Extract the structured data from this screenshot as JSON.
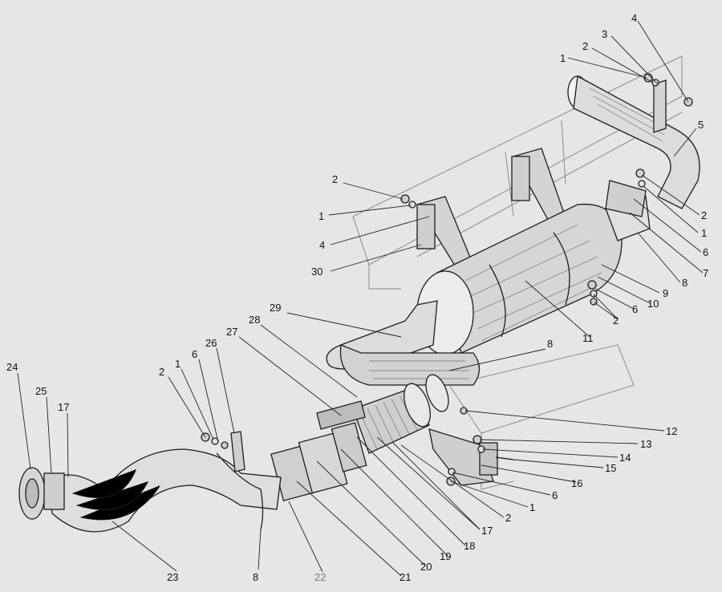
{
  "diagram": {
    "labels": [
      {
        "id": "l1a",
        "text": "1"
      },
      {
        "id": "l2a",
        "text": "2"
      },
      {
        "id": "l3a",
        "text": "3"
      },
      {
        "id": "l4a",
        "text": "4"
      },
      {
        "id": "l5",
        "text": "5"
      },
      {
        "id": "l2b",
        "text": "2"
      },
      {
        "id": "l1b",
        "text": "1"
      },
      {
        "id": "l4b",
        "text": "4"
      },
      {
        "id": "l30",
        "text": "30"
      },
      {
        "id": "l2c",
        "text": "2"
      },
      {
        "id": "l1c",
        "text": "1"
      },
      {
        "id": "l6a",
        "text": "6"
      },
      {
        "id": "l7",
        "text": "7"
      },
      {
        "id": "l8a",
        "text": "8"
      },
      {
        "id": "l9",
        "text": "9"
      },
      {
        "id": "l10",
        "text": "10"
      },
      {
        "id": "l6b",
        "text": "6"
      },
      {
        "id": "l2d",
        "text": "2"
      },
      {
        "id": "l11",
        "text": "11"
      },
      {
        "id": "l29",
        "text": "29"
      },
      {
        "id": "l28",
        "text": "28"
      },
      {
        "id": "l27",
        "text": "27"
      },
      {
        "id": "l8b",
        "text": "8"
      },
      {
        "id": "l26",
        "text": "26"
      },
      {
        "id": "l6c",
        "text": "6"
      },
      {
        "id": "l1d",
        "text": "1"
      },
      {
        "id": "l2e",
        "text": "2"
      },
      {
        "id": "l24",
        "text": "24"
      },
      {
        "id": "l25",
        "text": "25"
      },
      {
        "id": "l17a",
        "text": "17"
      },
      {
        "id": "l12",
        "text": "12"
      },
      {
        "id": "l13",
        "text": "13"
      },
      {
        "id": "l14",
        "text": "14"
      },
      {
        "id": "l15",
        "text": "15"
      },
      {
        "id": "l16",
        "text": "16"
      },
      {
        "id": "l6d",
        "text": "6"
      },
      {
        "id": "l1e",
        "text": "1"
      },
      {
        "id": "l2f",
        "text": "2"
      },
      {
        "id": "l17b",
        "text": "17"
      },
      {
        "id": "l18",
        "text": "18"
      },
      {
        "id": "l19",
        "text": "19"
      },
      {
        "id": "l20",
        "text": "20"
      },
      {
        "id": "l21",
        "text": "21"
      },
      {
        "id": "l22",
        "text": "22"
      },
      {
        "id": "l8c",
        "text": "8"
      },
      {
        "id": "l23",
        "text": "23"
      }
    ]
  }
}
